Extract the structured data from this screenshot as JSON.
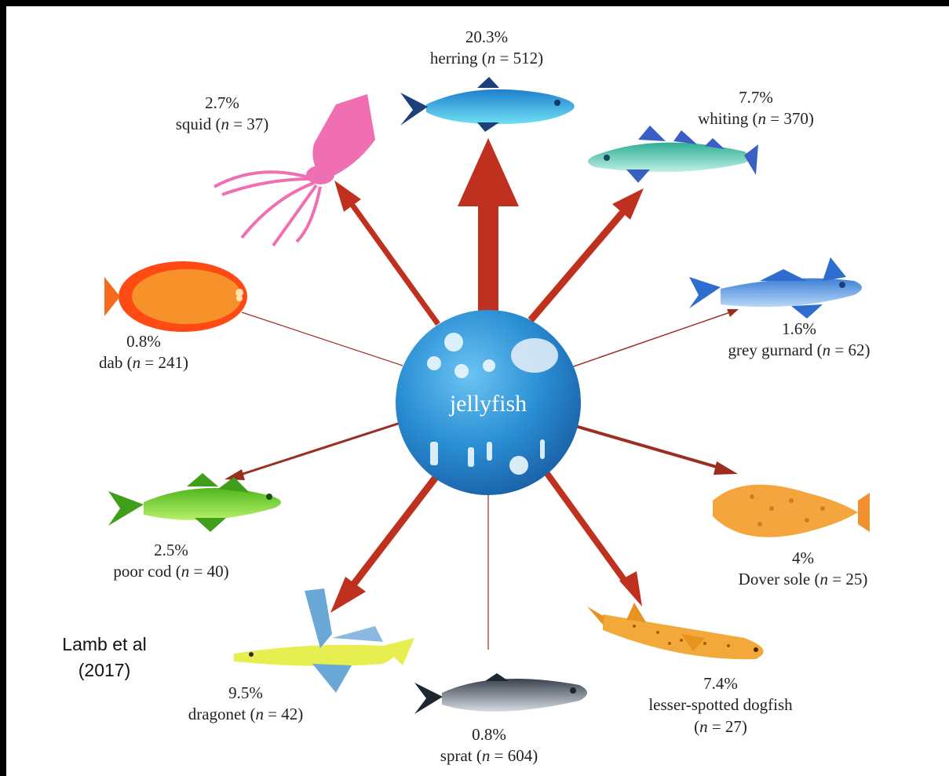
{
  "center": {
    "label": "jellyfish"
  },
  "citation": {
    "line1": "Lamb et al",
    "line2": "(2017)"
  },
  "predators": [
    {
      "id": "herring",
      "percent": "20.3%",
      "name": "herring",
      "n": "512",
      "icon": "herring-fish",
      "color": "#2fb4e8"
    },
    {
      "id": "whiting",
      "percent": "7.7%",
      "name": "whiting",
      "n": "370",
      "icon": "whiting-fish",
      "color": "#3cc0a9"
    },
    {
      "id": "squid",
      "percent": "2.7%",
      "name": "squid",
      "n": "37",
      "icon": "squid",
      "color": "#f06fb2"
    },
    {
      "id": "dab",
      "percent": "0.8%",
      "name": "dab",
      "n": "241",
      "icon": "dab-flatfish",
      "color": "#f68a25"
    },
    {
      "id": "grey-gurnard",
      "percent": "1.6%",
      "name": "grey gurnard",
      "n": "62",
      "icon": "grey-gurnard-fish",
      "color": "#5b9ae0"
    },
    {
      "id": "poor-cod",
      "percent": "2.5%",
      "name": "poor cod",
      "n": "40",
      "icon": "poor-cod-fish",
      "color": "#6fd13b"
    },
    {
      "id": "dover-sole",
      "percent": "4%",
      "name": "Dover sole",
      "n": "25",
      "icon": "dover-sole-flatfish",
      "color": "#f5a53e"
    },
    {
      "id": "dragonet",
      "percent": "9.5%",
      "name": "dragonet",
      "n": "42",
      "icon": "dragonet-fish",
      "color": "#e6ef4f"
    },
    {
      "id": "sprat",
      "percent": "0.8%",
      "name": "sprat",
      "n": "604",
      "icon": "sprat-fish",
      "color": "#6b7582"
    },
    {
      "id": "lesser-spotted-dogfish",
      "percent": "7.4%",
      "name": "lesser-spotted dogfish",
      "n": "27",
      "icon": "dogfish",
      "color": "#f2a93a"
    }
  ],
  "colors": {
    "arrow": "#c0301e",
    "arrow_thin": "#9a2e20",
    "sphere": "#2a8fd4"
  }
}
